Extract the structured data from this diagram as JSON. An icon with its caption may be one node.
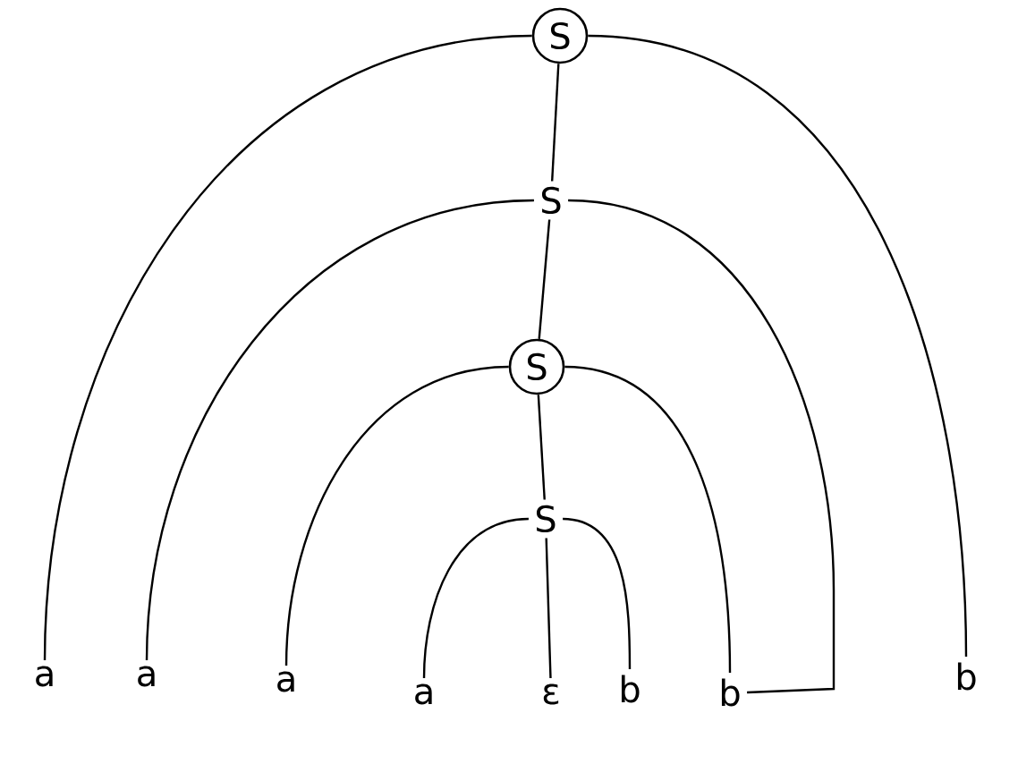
{
  "diagram": {
    "nodes": [
      {
        "text": [
          "S"
        ]
      },
      {
        "text": [
          "S"
        ]
      },
      {
        "text": [
          "S"
        ]
      },
      {
        "text": [
          "S"
        ]
      },
      {
        "text": [
          "a"
        ]
      },
      {
        "text": [
          "a"
        ]
      },
      {
        "text": [
          "a"
        ]
      },
      {
        "text": [
          "a"
        ]
      },
      {
        "text": [
          "ε"
        ]
      },
      {
        "text": [
          "b"
        ]
      },
      {
        "text": [
          "b"
        ]
      },
      {
        "text": [
          "b"
        ]
      }
    ],
    "edges": [
      {
        "from": 0,
        "to": 4,
        "arrow": "none"
      },
      {
        "from": 0,
        "to": 1,
        "arrow": "none"
      },
      {
        "from": 0,
        "to": 11,
        "arrow": "none"
      },
      {
        "from": 1,
        "to": 5,
        "arrow": "none"
      },
      {
        "from": 1,
        "to": 2,
        "arrow": "none"
      },
      {
        "from": 1,
        "to": 10,
        "arrow": "none"
      },
      {
        "from": 2,
        "to": 6,
        "arrow": "none"
      },
      {
        "from": 2,
        "to": 3,
        "arrow": "none"
      },
      {
        "from": 2,
        "to": 10,
        "arrow": "none"
      },
      {
        "from": 3,
        "to": 7,
        "arrow": "none"
      },
      {
        "from": 3,
        "to": 8,
        "arrow": "none"
      },
      {
        "from": 3,
        "to": 9,
        "arrow": "none"
      }
    ]
  }
}
